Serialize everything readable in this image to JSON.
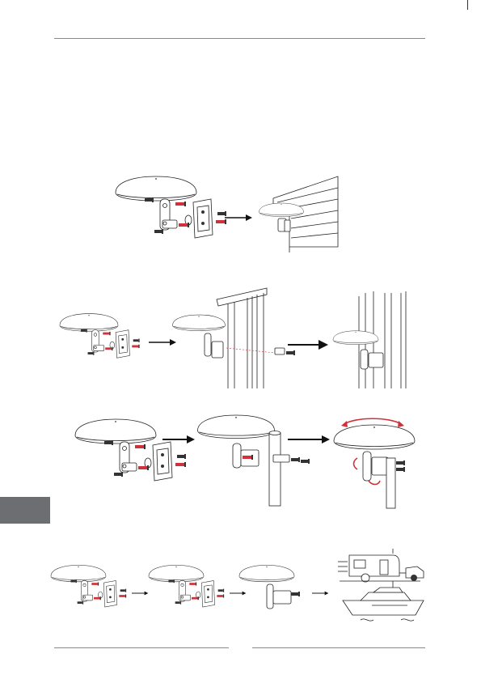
{
  "page": {
    "side_tab_color": "#6d6e71",
    "accent_color": "#d0313a",
    "rule_color": "#888888"
  },
  "figures": [
    {
      "name": "wall-mount-figure",
      "icons": [
        "antenna-icon",
        "bracket-icon",
        "screw-icon",
        "arrow-right-icon",
        "wall-icon"
      ]
    },
    {
      "name": "fence-mount-figure",
      "icons": [
        "antenna-icon",
        "bracket-icon",
        "screw-icon",
        "arrow-right-icon",
        "fence-icon"
      ]
    },
    {
      "name": "pole-mount-figure",
      "icons": [
        "antenna-icon",
        "bracket-icon",
        "screw-icon",
        "arrow-right-icon",
        "pole-icon",
        "rotate-arrow-icon"
      ]
    },
    {
      "name": "vehicle-mount-figure",
      "icons": [
        "antenna-icon",
        "bracket-icon",
        "screw-icon",
        "arrow-right-icon",
        "caravan-icon",
        "boat-icon"
      ]
    }
  ]
}
